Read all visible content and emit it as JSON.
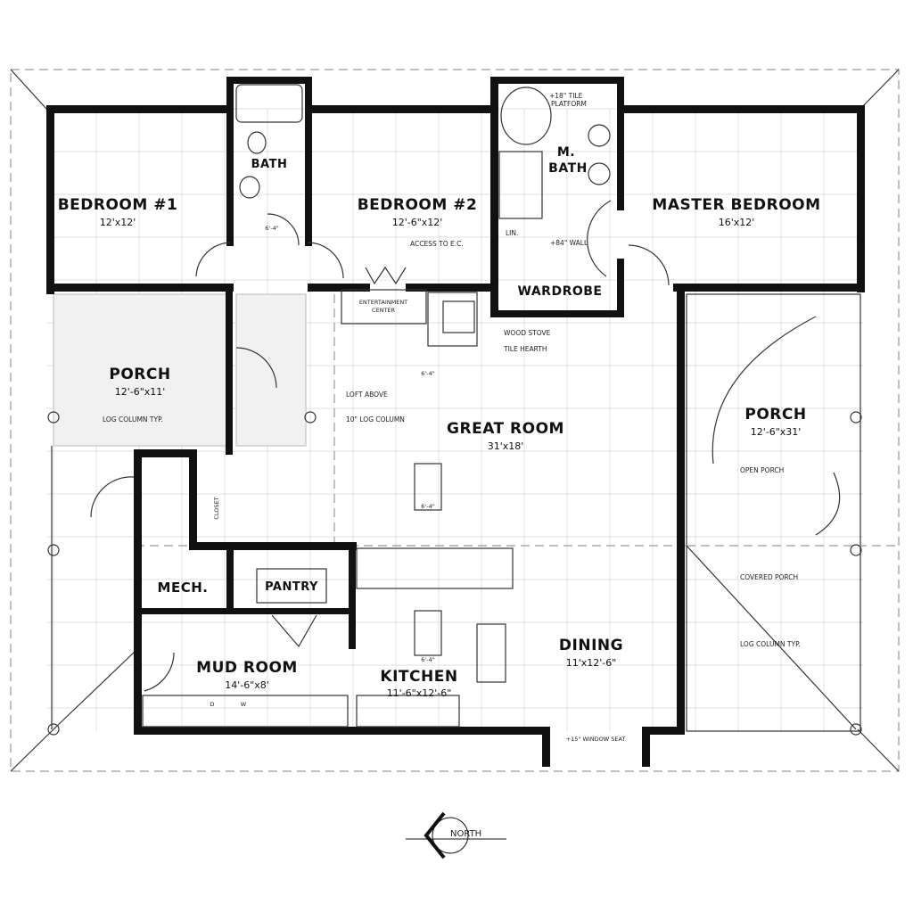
{
  "rooms": {
    "bedroom1": {
      "name": "BEDROOM #1",
      "size": "12'x12'"
    },
    "bath": {
      "name": "BATH"
    },
    "bedroom2": {
      "name": "BEDROOM #2",
      "size": "12'-6\"x12'"
    },
    "mbath": {
      "name1": "M.",
      "name2": "BATH"
    },
    "master": {
      "name": "MASTER BEDROOM",
      "size": "16'x12'"
    },
    "wardrobe": {
      "name": "WARDROBE"
    },
    "porch_west": {
      "name": "PORCH",
      "size": "12'-6\"x11'"
    },
    "great": {
      "name": "GREAT ROOM",
      "size": "31'x18'"
    },
    "porch_east": {
      "name": "PORCH",
      "size": "12'-6\"x31'"
    },
    "mech": {
      "name": "MECH."
    },
    "pantry": {
      "name": "PANTRY"
    },
    "mud": {
      "name": "MUD ROOM",
      "size": "14'-6\"x8'"
    },
    "kitchen": {
      "name": "KITCHEN",
      "size": "11'-6\"x12'-6\""
    },
    "dining": {
      "name": "DINING",
      "size": "11'x12'-6\""
    }
  },
  "notes": {
    "tile_platform_1": "+18\" TILE",
    "tile_platform_2": "PLATFORM",
    "access": "ACCESS TO E.C.",
    "lin": "LIN.",
    "wall84": "+84\" WALL",
    "ent_center_1": "ENTERTAINMENT",
    "ent_center_2": "CENTER",
    "wood_stove": "WOOD STOVE",
    "tile_hearth": "TILE HEARTH",
    "loft_above": "LOFT ABOVE",
    "log_column_10": "10\" LOG COLUMN",
    "log_column_typ": "LOG COLUMN TYP.",
    "open_porch": "OPEN PORCH",
    "covered_porch": "COVERED PORCH",
    "log_column_typ_2": "LOG COLUMN TYP.",
    "closet": "CLOSET",
    "window_seat": "+15\" WINDOW SEAT",
    "ceiling": "6'-4\"",
    "dryer": "D",
    "washer": "W"
  },
  "compass": {
    "label": "NORTH"
  }
}
